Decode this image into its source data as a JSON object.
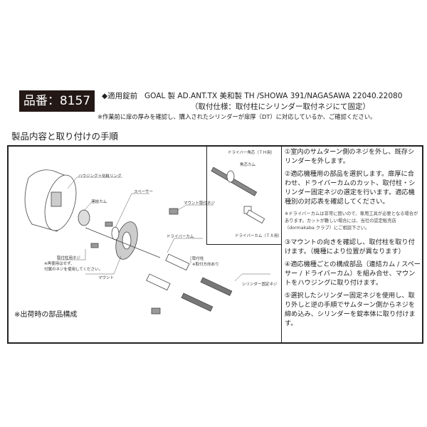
{
  "header": {
    "product_number": "品番：8157",
    "applicable_label": "◆適用錠前",
    "applicable_models": "GOAL 製 AD.ANT.TX 美和製 TH /SHOWA 391/NAGASAWA 22040.22080",
    "mount_spec": "（取付仕様：取付柱にシリンダー取付ネジにて固定）",
    "caution": "※作業前に扉の厚みを確認し、購入されたシリンダーが扉厚（DT）に対応しているか、ご確認ください。"
  },
  "section_title": "製品内容と取り付けの手順",
  "diagram": {
    "labels": {
      "housing": "ハウジング＋化粧リング",
      "link_cam": "連結カム",
      "spacer": "スペーサー",
      "mount_screw": "マウント取付ネジ",
      "driver_cam": "ドライバーカム",
      "post_screw": "取付柱用ネジ",
      "post_screw_note1": "※再使用はせず、",
      "post_screw_note2": "付属のネジを使用してください。",
      "mount": "マウント",
      "post": "取付柱",
      "post_note": "※取付方向あり",
      "cylinder_screw": "シリンダー固定ネジ",
      "driver_square_th": "ドライバー角芯（ＴＨ用）",
      "square_cam": "角芯カム",
      "driver_cam_tx": "ドライバーカム（ＴＸ用）"
    },
    "shipping_note": "※出荷時の部品構成"
  },
  "steps": [
    "①室内のサムターン側のネジを外し、既存シリンダーを外します。",
    "②適応機種用の部品を選択します。扉厚に合わせ、ドライバーカムのカット、取付柱・シリンダー固定ネジの選定を行います。適応機種別の対応表を確認してください。",
    "※ドライバーカムは非常に固いので、専用工具が必要となる場合があります。カットが難しい場合には、当社の認定販売店（dormakaba クラブ）にご相談下さい。",
    "③マウントの向きを確認し、取付柱を取り付けます。（機種により位置が異なります）",
    "④適応機種ごとの構成部品（連結カム / スペーサー / ドライバーカム）を組み合せ、マウントをハウジングに取り付けます。",
    "⑤選択したシリンダー固定ネジを使用し、取り外しと逆の手順でサムターン側からネジを締め込み、シリンダーを錠本体に取り付けます。"
  ]
}
